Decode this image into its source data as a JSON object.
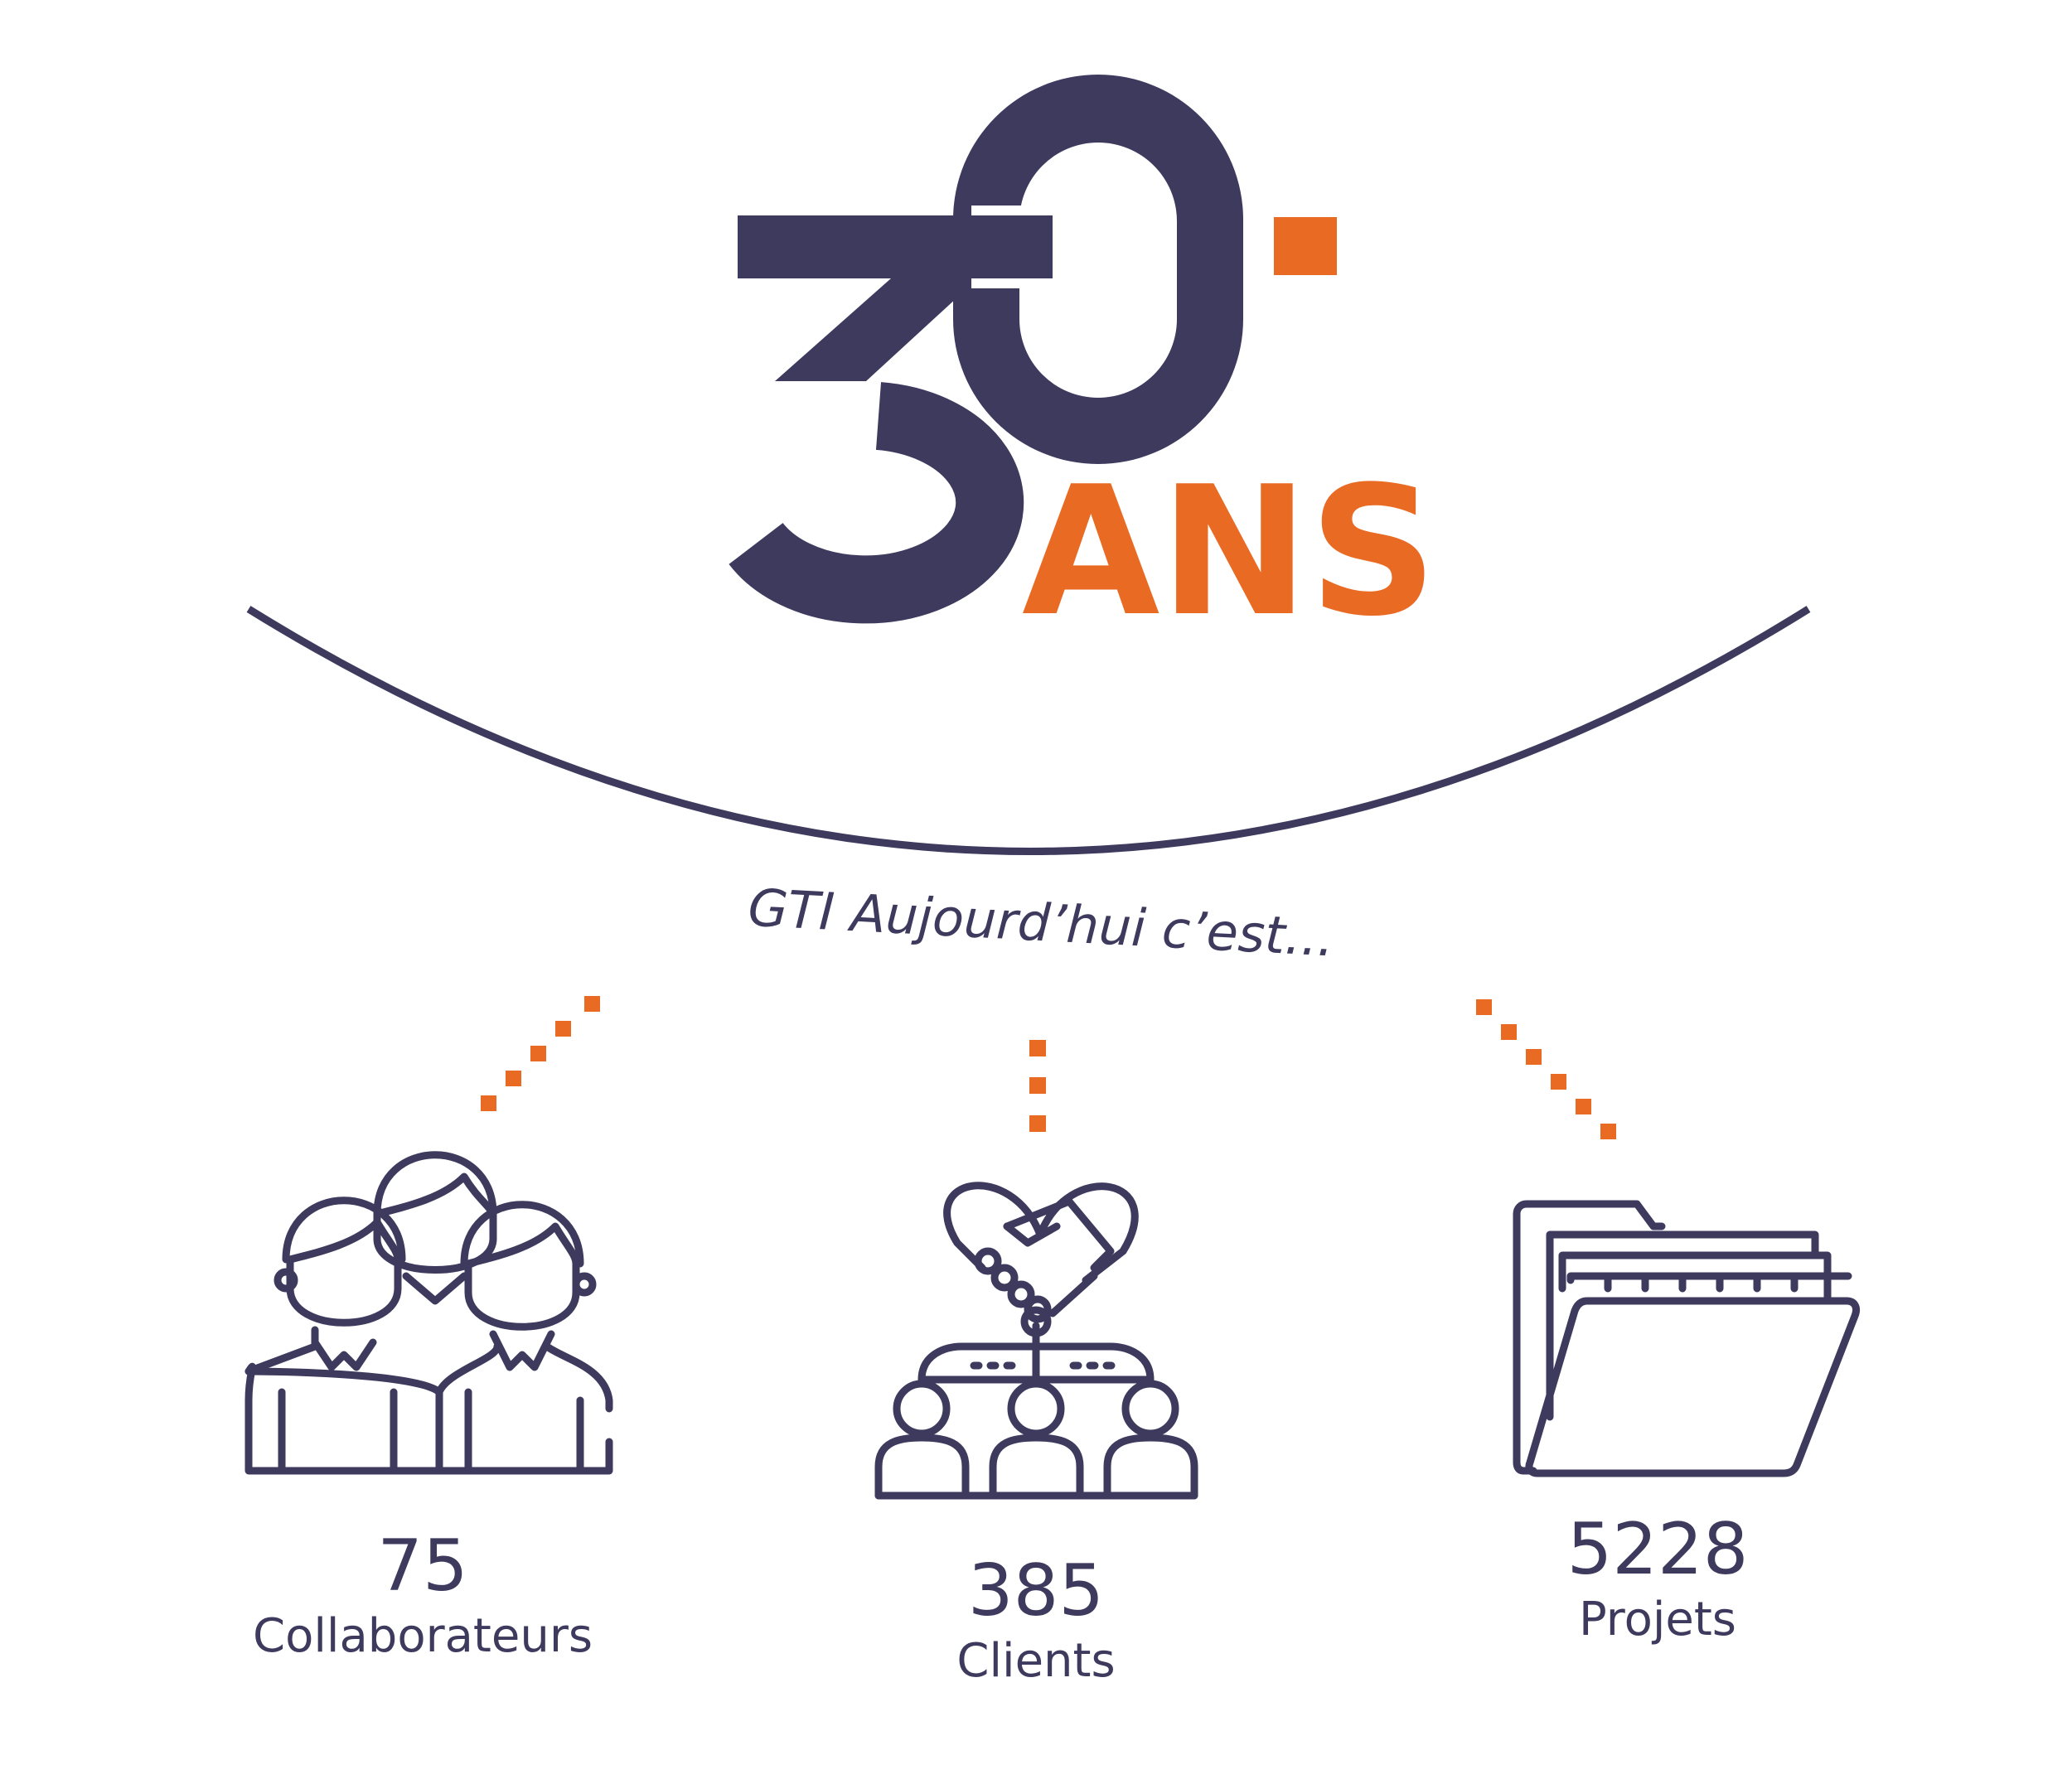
{
  "logo": {
    "number": "30",
    "word": "ANS",
    "colors": {
      "navy": "#3d3a5e",
      "orange": "#e96a23"
    }
  },
  "tagline": "GTI Aujourd’hui c’est...",
  "stats": [
    {
      "value": "75",
      "label": "Collaborateurs",
      "icon": "team-people-icon"
    },
    {
      "value": "385",
      "label": "Clients",
      "icon": "handshake-network-icon"
    },
    {
      "value": "5228",
      "label": "Projets",
      "icon": "folder-icon"
    }
  ]
}
